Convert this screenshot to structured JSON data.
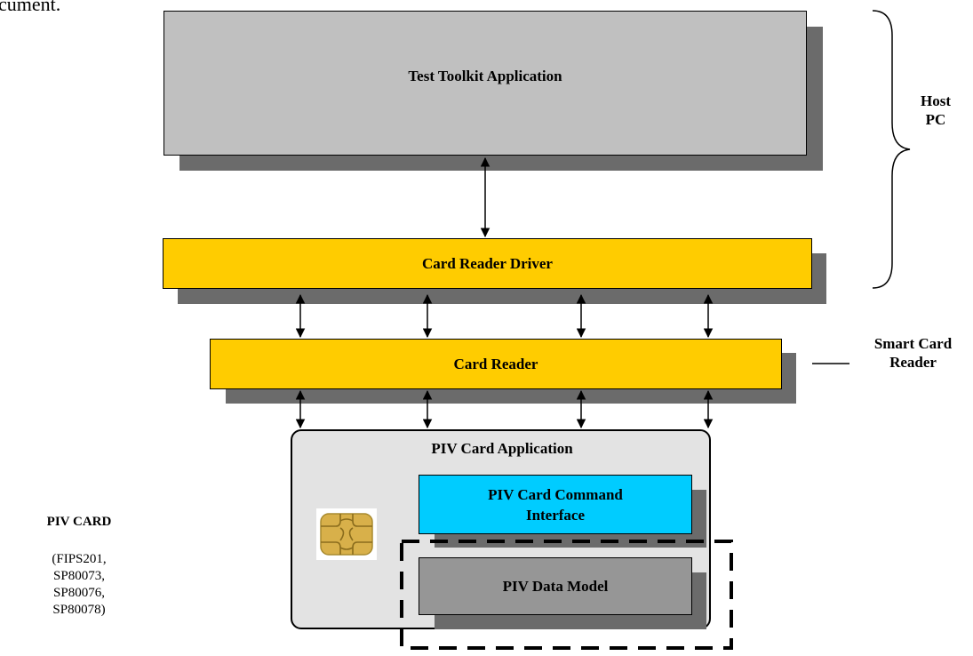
{
  "top_text": "cument.",
  "host": {
    "app_label": "Test Toolkit Application",
    "driver_label": "Card Reader Driver",
    "side_label_line1": "Host",
    "side_label_line2": "PC"
  },
  "reader": {
    "label": "Card Reader",
    "side_label_line1": "Smart Card",
    "side_label_line2": "Reader"
  },
  "card": {
    "app_title": "PIV Card Application",
    "command_interface_line1": "PIV Card Command",
    "command_interface_line2": "Interface",
    "data_model_label": "PIV Data Model",
    "side_title": "PIV CARD",
    "specs": [
      "(FIPS201,",
      "SP80073,",
      "SP80076,",
      "SP80078)"
    ]
  },
  "colors": {
    "app_box": "#c0c0c0",
    "driver_box": "#ffcc00",
    "reader_box": "#ffcc00",
    "command_box": "#00ccff",
    "data_model_box": "#969696",
    "card_body": "#e3e3e3",
    "shadow": "#6b6b6b"
  }
}
